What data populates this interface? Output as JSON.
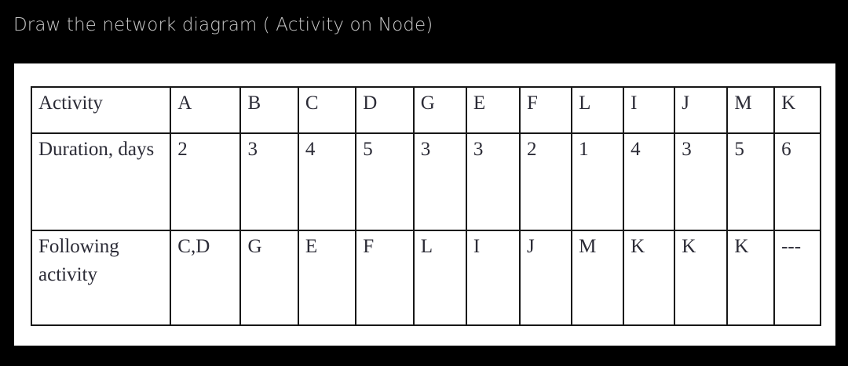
{
  "slide": {
    "title": "Draw the network diagram ( Activity on Node)",
    "background_color": "#000000",
    "title_color": "#c9c9c9",
    "card_color": "#ffffff"
  },
  "table": {
    "border_color": "#171717",
    "text_color": "#2b2b36",
    "row_labels": {
      "activity": "Activity",
      "duration": "Duration, days",
      "following": "Following activity"
    },
    "columns": [
      {
        "activity": "A",
        "duration": "2",
        "following": "C,D"
      },
      {
        "activity": "B",
        "duration": "3",
        "following": "G"
      },
      {
        "activity": "C",
        "duration": "4",
        "following": "E"
      },
      {
        "activity": "D",
        "duration": "5",
        "following": "F"
      },
      {
        "activity": "G",
        "duration": "3",
        "following": "L"
      },
      {
        "activity": "E",
        "duration": "3",
        "following": "I"
      },
      {
        "activity": "F",
        "duration": "2",
        "following": "J"
      },
      {
        "activity": "L",
        "duration": "1",
        "following": "M"
      },
      {
        "activity": "I",
        "duration": "4",
        "following": "K"
      },
      {
        "activity": "J",
        "duration": "3",
        "following": "K"
      },
      {
        "activity": "M",
        "duration": "5",
        "following": "K"
      },
      {
        "activity": "K",
        "duration": "6",
        "following": "---"
      }
    ]
  }
}
